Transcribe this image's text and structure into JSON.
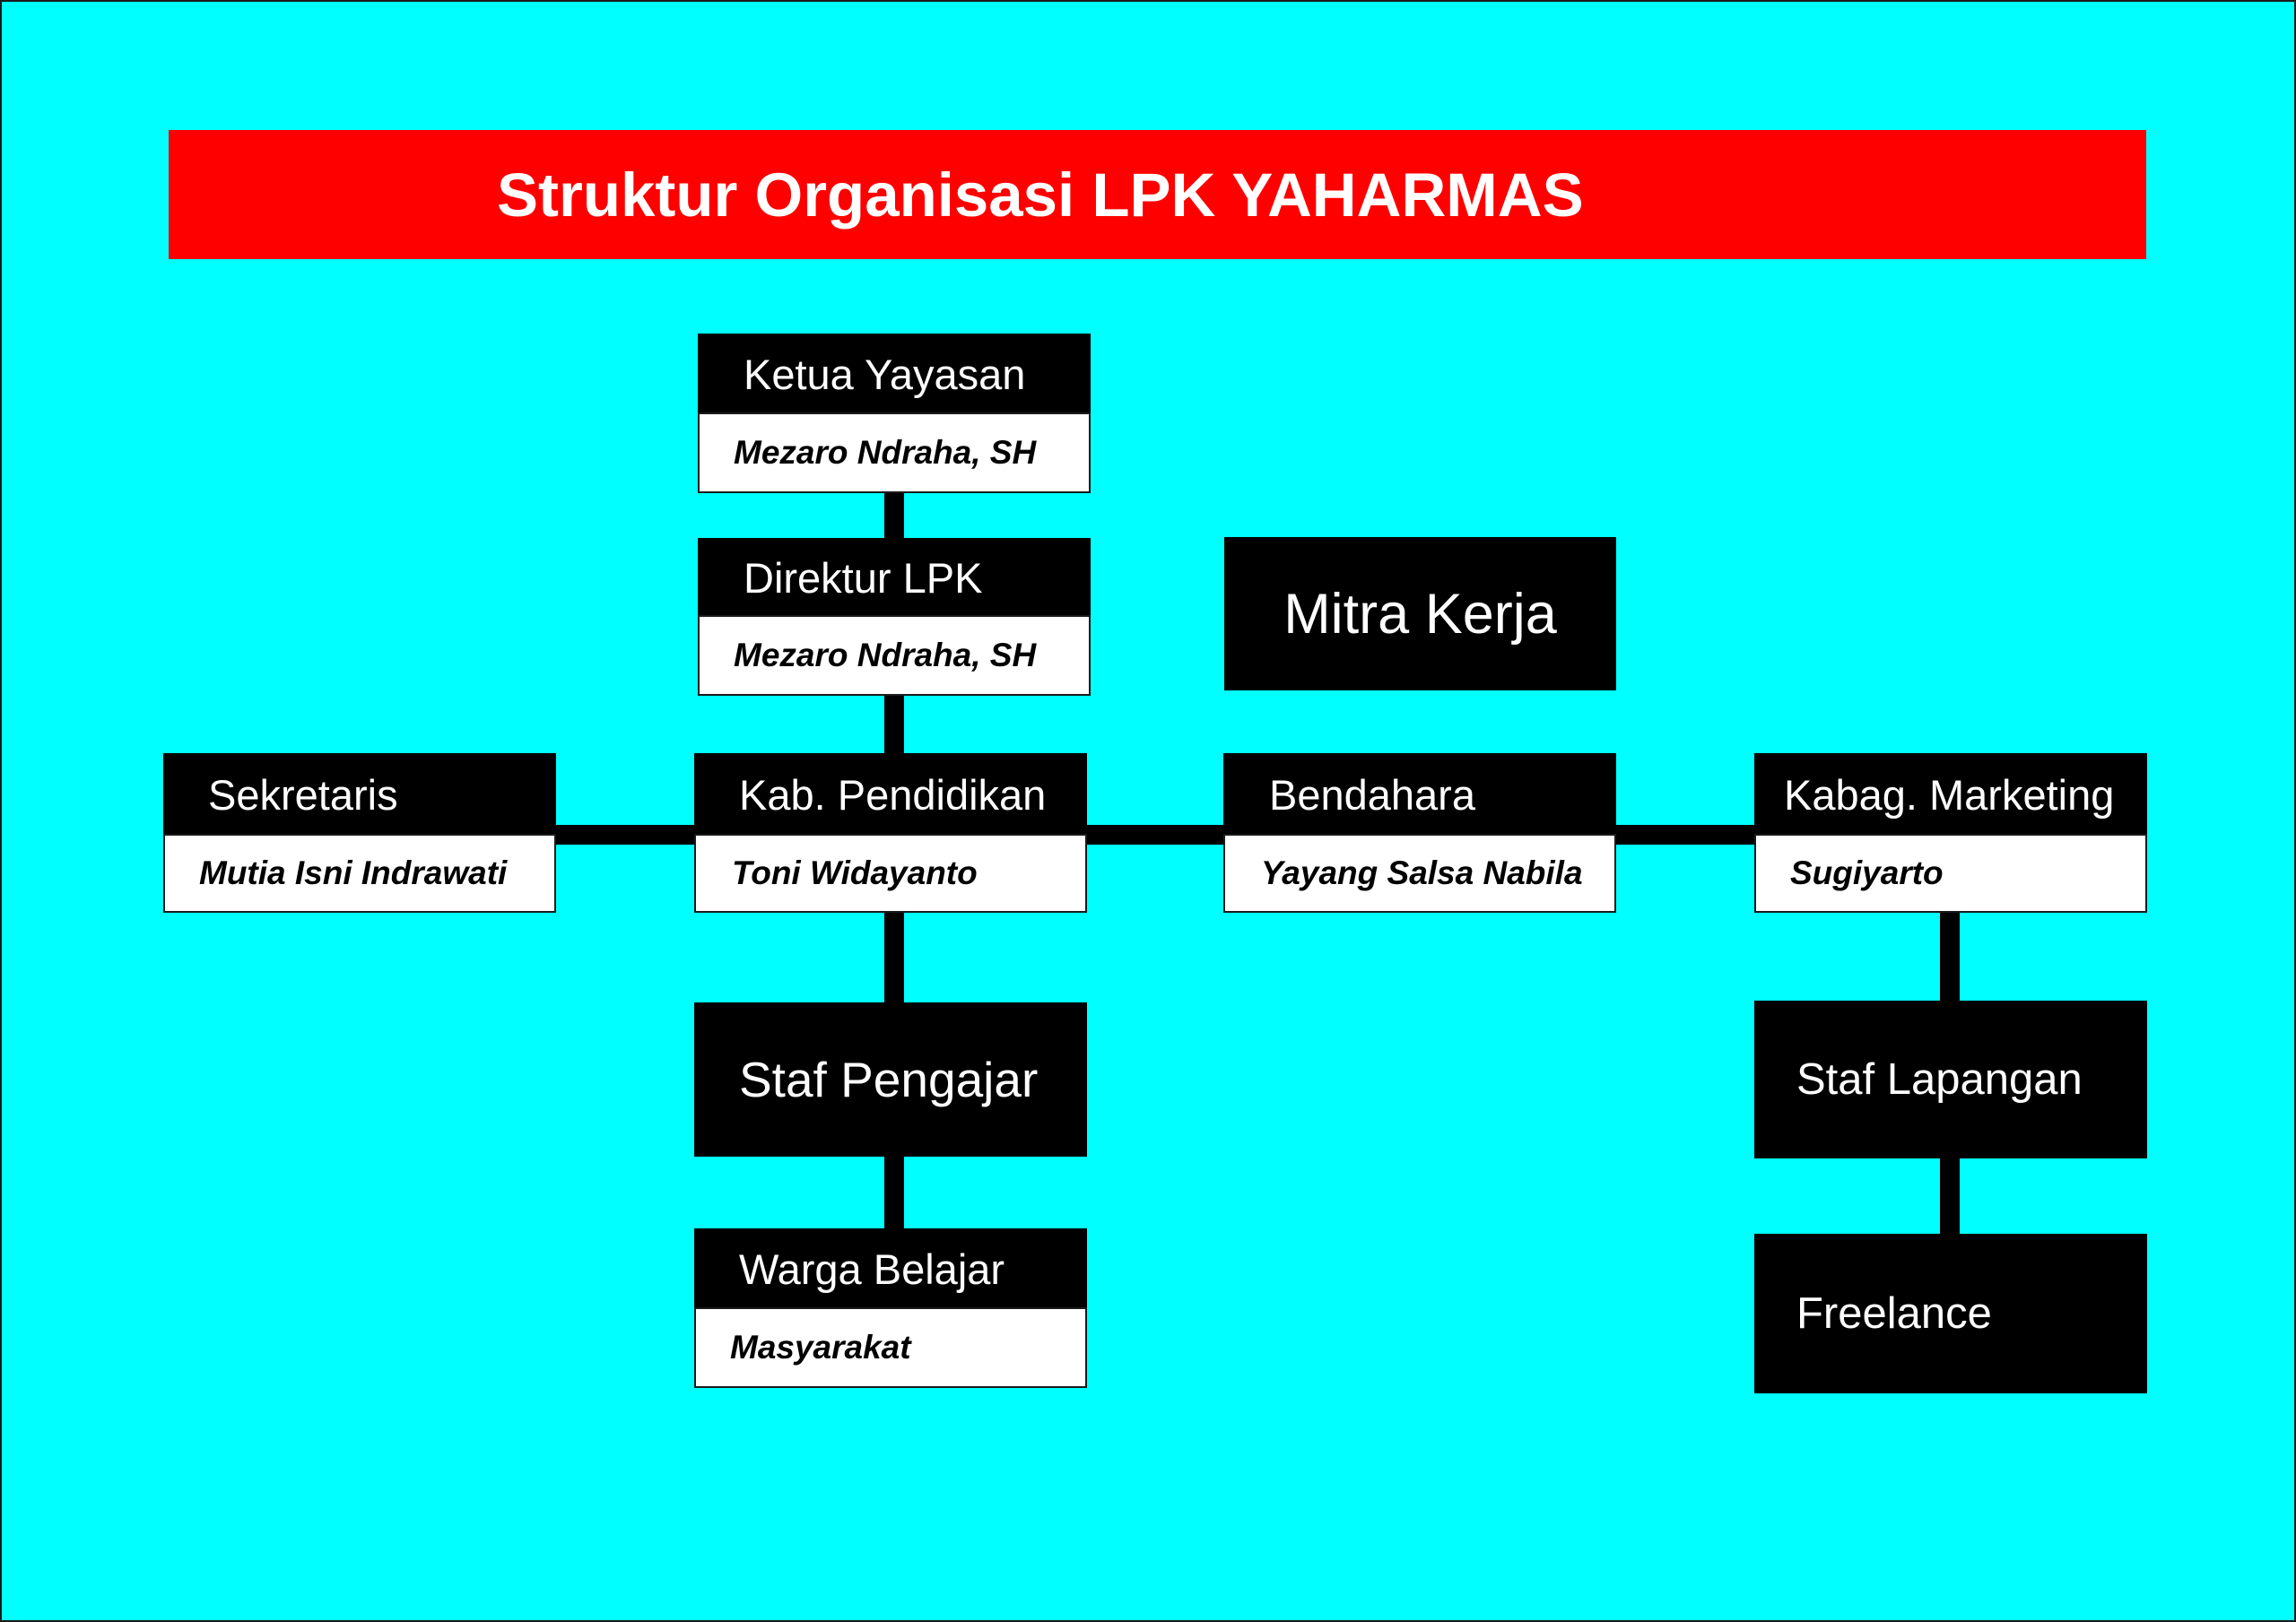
{
  "title": "Struktur Organisasi LPK YAHARMAS",
  "colors": {
    "background": "#00ffff",
    "banner": "#ff0000",
    "box": "#000000",
    "name_box": "#ffffff"
  },
  "nodes": {
    "ketua_yayasan": {
      "role": "Ketua Yayasan",
      "name": "Mezaro Ndraha, SH"
    },
    "direktur_lpk": {
      "role": "Direktur LPK",
      "name": "Mezaro Ndraha, SH"
    },
    "mitra_kerja": {
      "role": "Mitra Kerja"
    },
    "sekretaris": {
      "role": "Sekretaris",
      "name": "Mutia Isni Indrawati"
    },
    "kab_pendidikan": {
      "role": "Kab. Pendidikan",
      "name": "Toni Widayanto"
    },
    "bendahara": {
      "role": "Bendahara",
      "name": "Yayang Salsa Nabila"
    },
    "kabag_marketing": {
      "role": "Kabag. Marketing",
      "name": "Sugiyarto"
    },
    "staf_pengajar": {
      "role": "Staf Pengajar"
    },
    "warga_belajar": {
      "role": "Warga Belajar",
      "name": "Masyarakat"
    },
    "staf_lapangan": {
      "role": "Staf Lapangan"
    },
    "freelance": {
      "role": "Freelance"
    }
  }
}
